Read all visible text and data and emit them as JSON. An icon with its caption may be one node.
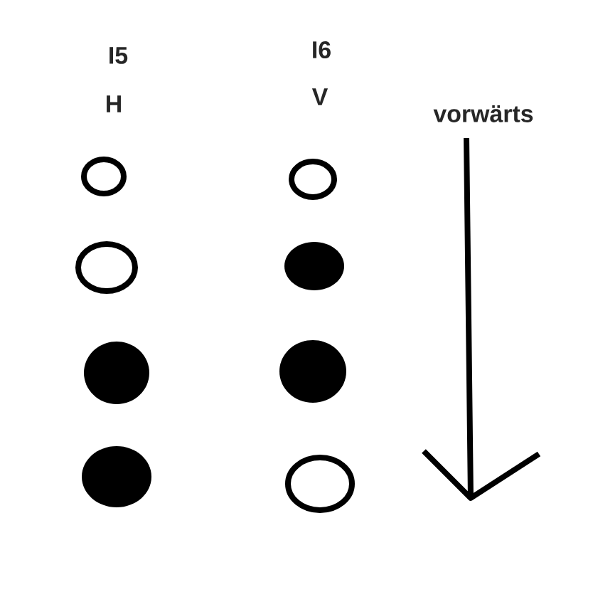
{
  "diagram": {
    "nodes": [
      {
        "text": [],
        "shape": "circle"
      },
      {
        "text": [],
        "shape": "circle"
      },
      {
        "text": [],
        "shape": "circle"
      },
      {
        "text": [],
        "shape": "dot"
      },
      {
        "text": [],
        "shape": "dot"
      },
      {
        "text": [],
        "shape": "dot"
      },
      {
        "text": [],
        "shape": "dot"
      },
      {
        "text": [],
        "shape": "circle"
      }
    ],
    "labels": [
      "I5",
      "I6",
      "H",
      "V",
      "vorwärts"
    ]
  }
}
